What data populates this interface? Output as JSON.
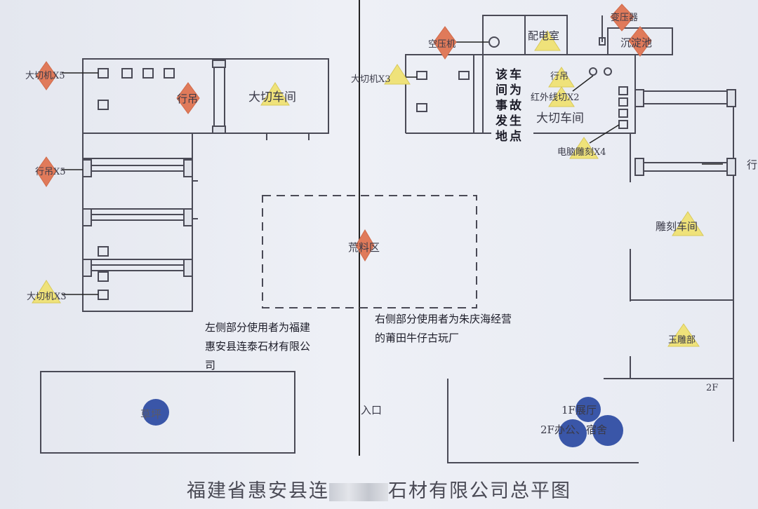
{
  "title": {
    "prefix": "福建省惠安县连",
    "suffix": "石材有限公司总平图"
  },
  "labels": {
    "left_big_cut_x5": "大切机X5",
    "left_crane": "行吊",
    "left_workshop": "大切车间",
    "left_crane_x5": "行吊X5",
    "left_big_cut_x3": "大切机X3",
    "waste_area": "荒料区",
    "left_lawn": "草坪",
    "entrance": "入口",
    "air_compressor": "空压机",
    "power_room": "配电室",
    "transformer": "变压器",
    "sedimentation": "沉淀池",
    "right_big_cut_x3": "大切机X3",
    "infrared_x2": "红外线切X2",
    "right_workshop": "大切车间",
    "cnc_x4": "电脑雕刻X4",
    "right_crane": "行",
    "carving_workshop": "雕刻车间",
    "jade_carving": "玉雕部",
    "floor_2f": "2F",
    "hall_1f": "1F展厅",
    "office_2f": "2F办公、宿舍",
    "right_small": "行吊"
  },
  "accident_note": [
    "该",
    "车",
    "间",
    "为",
    "事",
    "故",
    "发",
    "生",
    "地",
    "点"
  ],
  "notes": {
    "left_user": [
      "左侧部分使用者为福建",
      "惠安县连泰石材有限公",
      "司"
    ],
    "right_user": [
      "右侧部分使用者为朱庆海经营",
      "的莆田牛仔古玩厂"
    ]
  },
  "colors": {
    "diamond": "#e07a5a",
    "triangle": "#efe27a",
    "circle": "#3a56a8",
    "line": "#444450"
  }
}
